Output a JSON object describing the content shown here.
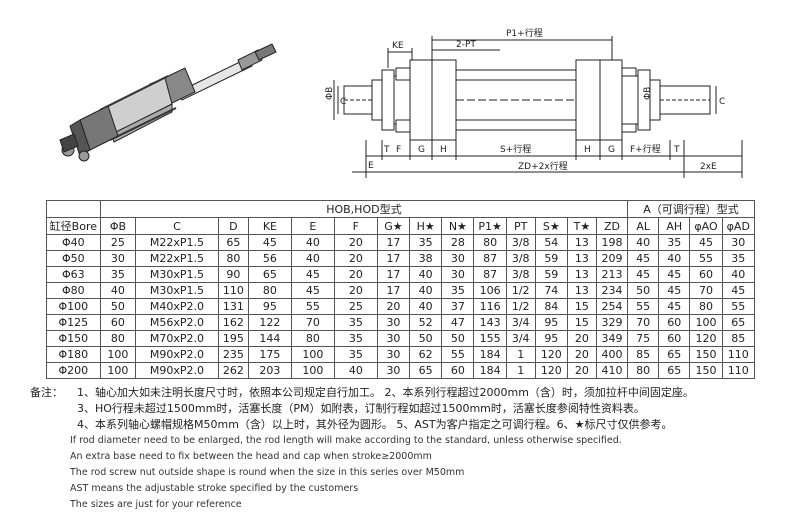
{
  "drawing": {
    "labels": {
      "ke": "KE",
      "two_pt": "2-PT",
      "p1": "P1+行程",
      "phi_b_left": "ΦB",
      "c_left": "C",
      "phi_b_right": "ΦB",
      "c_right": "C",
      "e": "E",
      "t_left": "T",
      "f": "F",
      "g_left": "G",
      "h_left": "H",
      "s": "S+行程",
      "h_right": "H",
      "g_right": "G",
      "f_right": "F+行程",
      "t_right": "T",
      "zd": "ZD+2x行程",
      "two_xe": "2xE"
    }
  },
  "table": {
    "group_header_1": "HOB,HOD型式",
    "group_header_2": "A（可调行程）型式",
    "columns": [
      "缸径Bore",
      "ΦB",
      "C",
      "D",
      "KE",
      "E",
      "F",
      "G★",
      "H★",
      "N★",
      "P1★",
      "PT",
      "S★",
      "T★",
      "ZD",
      "AL",
      "AH",
      "φAO",
      "φAD"
    ],
    "rows": [
      [
        "Φ40",
        "25",
        "M22xP1.5",
        "65",
        "45",
        "40",
        "20",
        "17",
        "35",
        "28",
        "80",
        "3/8",
        "54",
        "13",
        "198",
        "40",
        "35",
        "45",
        "30"
      ],
      [
        "Φ50",
        "30",
        "M22xP1.5",
        "80",
        "56",
        "40",
        "20",
        "17",
        "38",
        "30",
        "87",
        "3/8",
        "59",
        "13",
        "209",
        "45",
        "40",
        "55",
        "35"
      ],
      [
        "Φ63",
        "35",
        "M30xP1.5",
        "90",
        "65",
        "45",
        "20",
        "17",
        "40",
        "30",
        "87",
        "3/8",
        "59",
        "13",
        "213",
        "45",
        "45",
        "60",
        "40"
      ],
      [
        "Φ80",
        "40",
        "M30xP1.5",
        "110",
        "80",
        "45",
        "20",
        "17",
        "40",
        "35",
        "106",
        "1/2",
        "74",
        "13",
        "234",
        "50",
        "45",
        "70",
        "45"
      ],
      [
        "Φ100",
        "50",
        "M40xP2.0",
        "131",
        "95",
        "55",
        "25",
        "20",
        "40",
        "37",
        "116",
        "1/2",
        "84",
        "15",
        "254",
        "55",
        "45",
        "80",
        "55"
      ],
      [
        "Φ125",
        "60",
        "M56xP2.0",
        "162",
        "122",
        "70",
        "35",
        "30",
        "52",
        "47",
        "143",
        "3/4",
        "95",
        "15",
        "329",
        "70",
        "60",
        "100",
        "65"
      ],
      [
        "Φ150",
        "80",
        "M70xP2.0",
        "195",
        "144",
        "80",
        "35",
        "30",
        "50",
        "50",
        "155",
        "3/4",
        "95",
        "20",
        "349",
        "75",
        "60",
        "120",
        "85"
      ],
      [
        "Φ180",
        "100",
        "M90xP2.0",
        "235",
        "175",
        "100",
        "35",
        "30",
        "62",
        "55",
        "184",
        "1",
        "120",
        "20",
        "400",
        "85",
        "65",
        "150",
        "110"
      ],
      [
        "Φ200",
        "100",
        "M90xP2.0",
        "262",
        "203",
        "100",
        "40",
        "30",
        "65",
        "60",
        "184",
        "1",
        "120",
        "20",
        "410",
        "80",
        "65",
        "150",
        "110"
      ]
    ]
  },
  "notes": {
    "prefix": "备注：",
    "line1": "1、轴心加大如未注明长度尺寸时，依照本公司规定自行加工。 2、本系列行程超过2000mm（含）时，须加拉杆中间固定座。",
    "line2": "3、HO行程未超过1500mm时，活塞长度（PM）如附表，订制行程如超过1500mm时，活塞长度参阅特性资料表。",
    "line3": "4、本系列轴心螺帽规格M50mm（含）以上时，其外径为圆形。 5、AST为客户指定之可调行程。6、★标尺寸仅供参考。",
    "en1": "If rod diameter need to be enlarged, the rod length will make according to the standard, unless otherwise specified.",
    "en2": "An extra base need to fix between the head and cap when stroke≥2000mm",
    "en3": "The rod screw nut outside shape is round when the size in this series over M50mm",
    "en4": "AST means the adjustable stroke specified by the customers",
    "en5": "The sizes are just for your reference"
  }
}
